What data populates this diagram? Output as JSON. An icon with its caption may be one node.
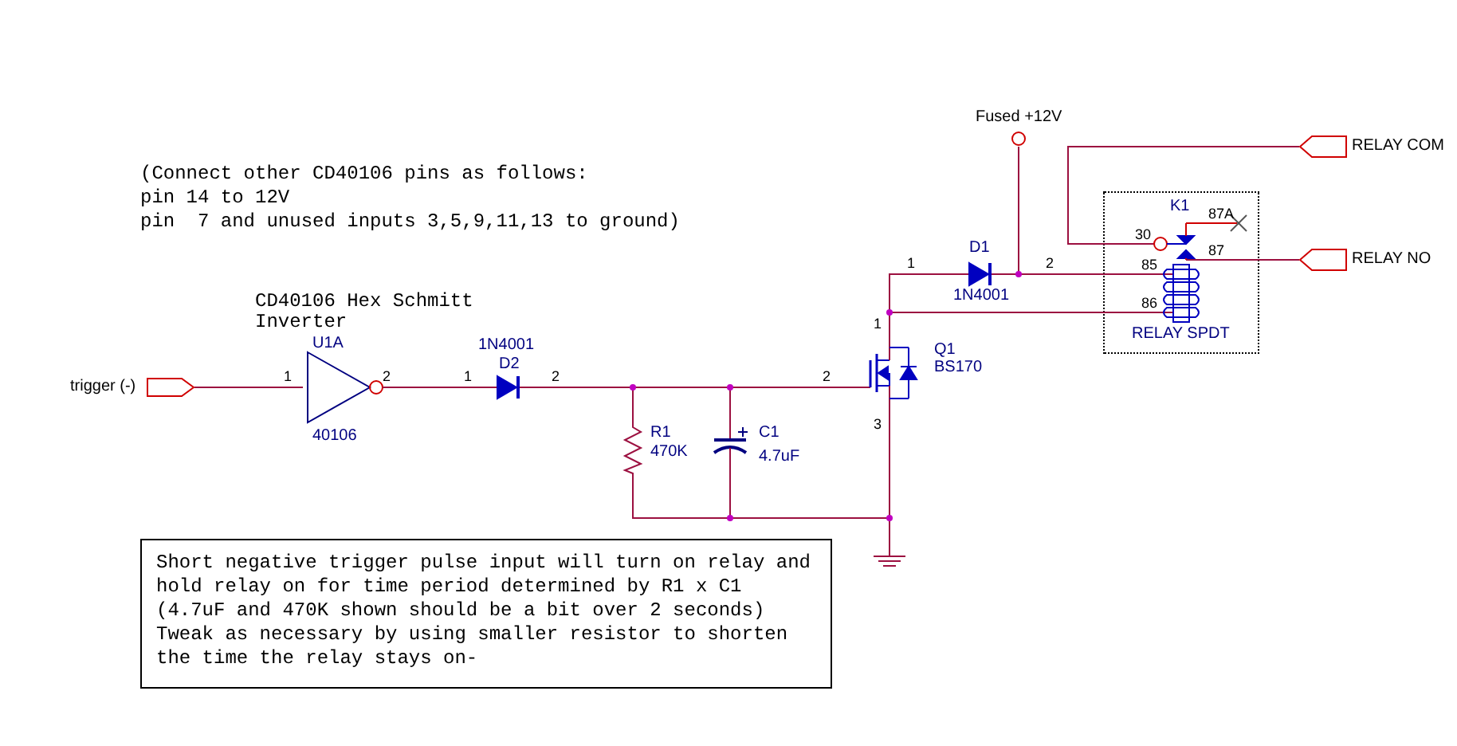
{
  "diagram": {
    "nodes": [
      {
        "text": [
          "trigger (-)"
        ]
      },
      {
        "text": [
          "U1A",
          "40106"
        ]
      },
      {
        "text": [
          "1N4001",
          "D2"
        ]
      },
      {
        "text": [
          "R1",
          "470K"
        ]
      },
      {
        "text": [
          "C1",
          "4.7uF"
        ]
      },
      {
        "text": [
          "Q1",
          "BS170"
        ]
      },
      {
        "text": [
          "D1",
          "1N4001"
        ]
      },
      {
        "text": [
          "Fused +12V"
        ]
      },
      {
        "text": [
          "K1",
          "RELAY SPDT"
        ]
      },
      {
        "text": [
          "RELAY COM"
        ]
      },
      {
        "text": [
          "RELAY NO"
        ]
      },
      {
        "text": [],
        "shape": "ground"
      },
      {
        "text": [
          "Short negative trigger pulse input will turn on relay and hold relay on for time period determined by R1 x C1 (4.7uF and 470K shown should be a bit over 2 seconds) Tweak as necessary by using smaller resistor to shorten the time the relay stays on-"
        ]
      }
    ],
    "edges": [
      {
        "from": 0,
        "to": 1,
        "arrow": "none"
      },
      {
        "from": 1,
        "to": 2,
        "arrow": "none"
      },
      {
        "from": 2,
        "to": 5,
        "arrow": "none"
      },
      {
        "from": 2,
        "to": 3,
        "arrow": "none"
      },
      {
        "from": 2,
        "to": 4,
        "arrow": "none"
      },
      {
        "from": 3,
        "to": 11,
        "arrow": "none"
      },
      {
        "from": 4,
        "to": 11,
        "arrow": "none"
      },
      {
        "from": 5,
        "to": 11,
        "arrow": "none"
      },
      {
        "from": 5,
        "to": 6,
        "arrow": "none"
      },
      {
        "from": 5,
        "to": 8,
        "arrow": "none"
      },
      {
        "from": 6,
        "to": 8,
        "arrow": "none"
      },
      {
        "from": 7,
        "to": 8,
        "arrow": "none"
      },
      {
        "from": 8,
        "to": 9,
        "arrow": "none"
      },
      {
        "from": 8,
        "to": 10,
        "arrow": "none"
      }
    ],
    "labels": [
      "(Connect other CD40106 pins as follows:",
      "pin 14 to 12V",
      "pin  7 and unused inputs 3,5,9,11,13 to ground)",
      "CD40106 Hex Schmitt Inverter",
      "1",
      "2",
      "1",
      "2",
      "2",
      "1",
      "3",
      "1",
      "2",
      "30",
      "87A",
      "87",
      "85",
      "86"
    ]
  }
}
